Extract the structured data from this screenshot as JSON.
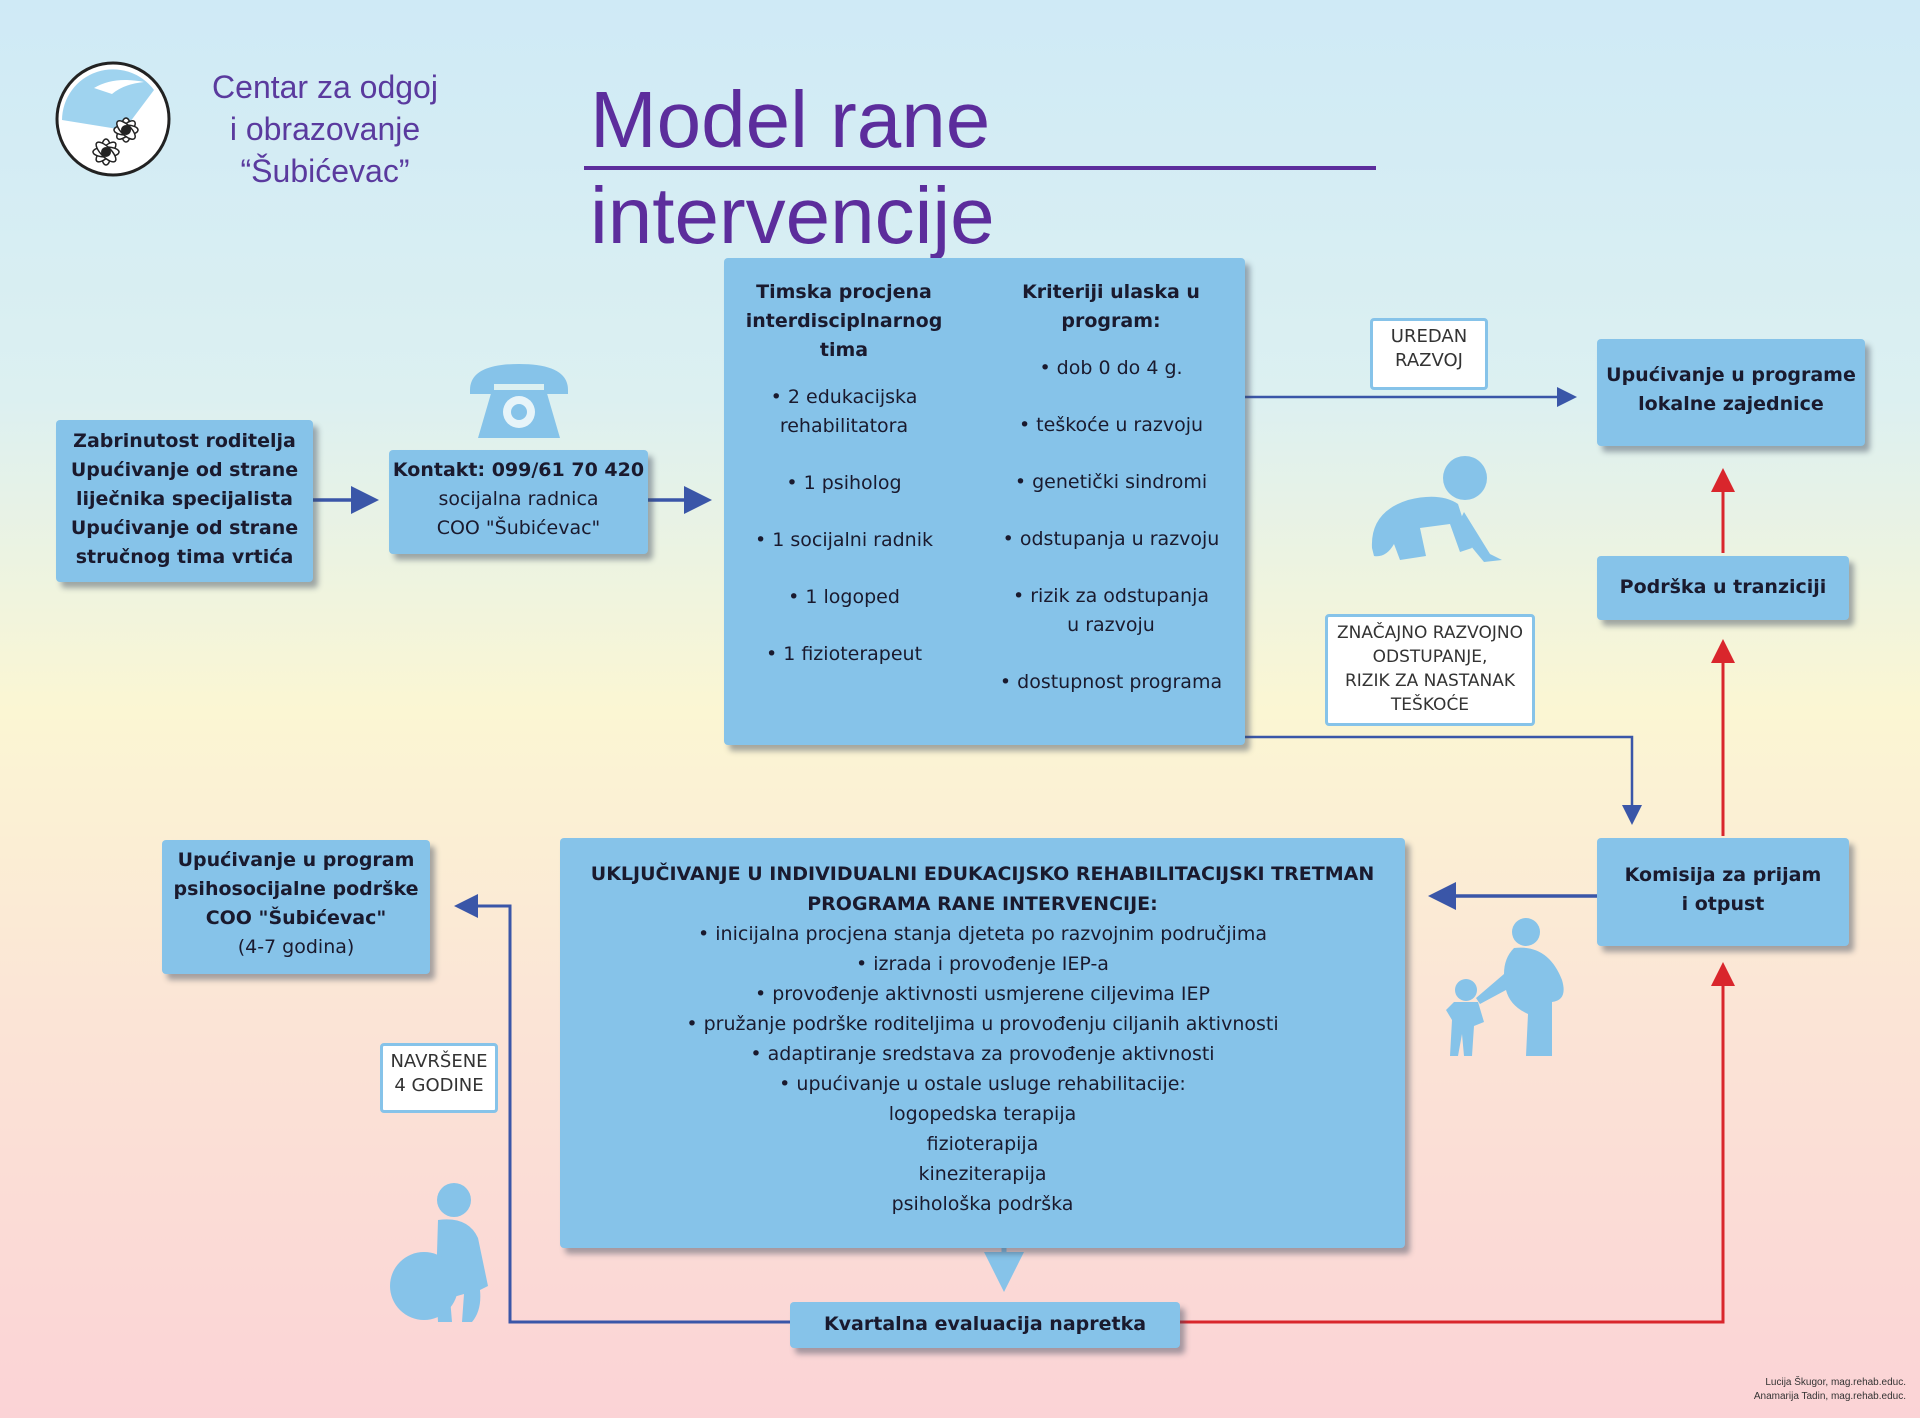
{
  "header": {
    "org_line1": "Centar za odgoj",
    "org_line2": "i obrazovanje",
    "org_line3": "“Šubićevac”",
    "title": "Model rane intervencije"
  },
  "boxes": {
    "referral": [
      "Zabrinutost roditelja",
      "Upućivanje od strane",
      "liječnika specijalista",
      "Upućivanje od strane",
      "stručnog tima vrtića"
    ],
    "contact": {
      "title": "Kontakt: 099/61 70 420",
      "line2": "socijalna radnica",
      "line3": "COO \"Šubićevac\""
    },
    "team": {
      "heading": [
        "Timska procjena",
        "interdisciplnarnog",
        "tima"
      ],
      "items": [
        "• 2 edukacijska",
        "rehabilitatora",
        "• 1 psiholog",
        "• 1 socijalni radnik",
        "• 1 logoped",
        "• 1 fizioterapeut"
      ]
    },
    "criteria": {
      "heading": [
        "Kriteriji ulaska u",
        "program:"
      ],
      "items": [
        "• dob 0 do 4 g.",
        "• teškoće u razvoju",
        "• genetički sindromi",
        "• odstupanja u razvoju",
        "• rizik za odstupanja",
        "u razvoju",
        "• dostupnost programa"
      ]
    },
    "local_programs": [
      "Upućivanje u programe",
      "lokalne zajednice"
    ],
    "transition": "Podrška u tranziciji",
    "commission": [
      "Komisija za prijam",
      "i otpust"
    ],
    "treatment": {
      "heading": [
        "UKLJUČIVANJE U INDIVIDUALNI EDUKACIJSKO REHABILITACIJSKI TRETMAN",
        "PROGRAMA RANE INTERVENCIJE:"
      ],
      "items": [
        "• inicijalna procjena stanja djeteta po razvojnim područjima",
        "• izrada i provođenje IEP-a",
        "• provođenje aktivnosti usmjerene ciljevima IEP",
        "• pružanje podrške roditeljima u provođenju ciljanih aktivnosti",
        "• adaptiranje sredstava za provođenje aktivnosti",
        "• upućivanje u ostale usluge rehabilitacije:",
        "logopedska terapija",
        "fizioterapija",
        "kineziterapija",
        "psihološka podrška"
      ]
    },
    "psychosocial": {
      "lines": [
        "Upućivanje u program",
        "psihosocijalne podrške",
        "COO \"Šubićevac\""
      ],
      "age": "(4-7 godina)"
    },
    "evaluation": "Kvartalna evaluacija napretka"
  },
  "labels": {
    "normal": [
      "UREDAN",
      "RAZVOJ"
    ],
    "significant": [
      "ZNAČAJNO RAZVOJNO",
      "ODSTUPANJE,",
      "RIZIK ZA NASTANAK",
      "TEŠKOĆE"
    ],
    "completed": [
      "NAVRŠENE",
      "4 GODINE"
    ]
  },
  "credits": [
    "Lucija Škugor, mag.rehab.educ.",
    "Anamarija Tadin, mag.rehab.educ."
  ],
  "icons": [
    "telephone-icon",
    "crawling-baby-icon",
    "mother-child-icon",
    "child-ball-icon",
    "daisy-logo-icon"
  ],
  "colors": {
    "box": "#86c3e9",
    "blue_arrow": "#3a56a8",
    "red_arrow": "#d9262c",
    "title": "#5c2d9c"
  }
}
